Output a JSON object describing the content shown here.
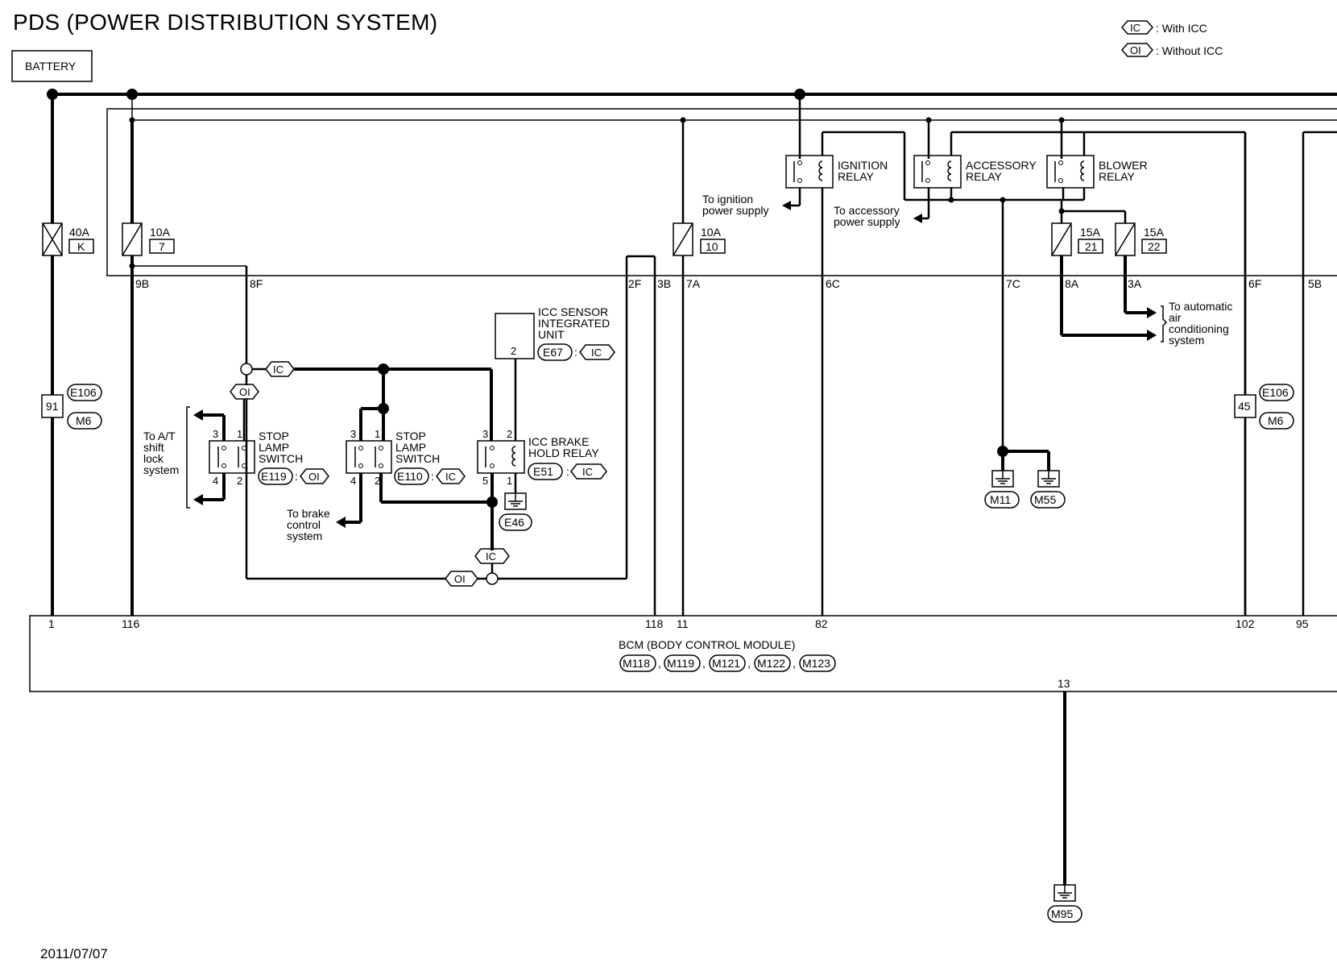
{
  "title": "PDS (POWER DISTRIBUTION SYSTEM)",
  "footer_date": "2011/07/07",
  "legend": [
    {
      "code": "IC",
      "desc": ": With ICC"
    },
    {
      "code": "OI",
      "desc": ": Without ICC"
    }
  ],
  "battery": "BATTERY",
  "fuses": [
    {
      "rating": "40A",
      "id": "K"
    },
    {
      "rating": "10A",
      "id": "7"
    },
    {
      "rating": "10A",
      "id": "10"
    },
    {
      "rating": "15A",
      "id": "21"
    },
    {
      "rating": "15A",
      "id": "22"
    }
  ],
  "relays": {
    "ignition": "IGNITION\nRELAY",
    "accessory": "ACCESSORY\nRELAY",
    "blower": "BLOWER\nRELAY"
  },
  "notes": {
    "ignition_supply": "To ignition\npower supply",
    "accessory_supply": "To accessory\npower supply",
    "auto_ac": "To automatic\nair\nconditioning\nsystem",
    "at_shift": "To A/T\nshift\nlock\nsystem",
    "brake_control": "To brake\ncontrol\nsystem"
  },
  "ipdm_terminals": [
    "9B",
    "8F",
    "2F",
    "3B",
    "7A",
    "6C",
    "7C",
    "8A",
    "3A",
    "6F",
    "5B"
  ],
  "connectors": {
    "e106": "E106",
    "m6": "M6",
    "pin91": "91",
    "pin45": "45"
  },
  "components": {
    "stop_lamp_switch_1": {
      "name": "STOP\nLAMP\nSWITCH",
      "conn": "E119",
      "variant": "OI",
      "pins": [
        "3",
        "1",
        "4",
        "2"
      ]
    },
    "stop_lamp_switch_2": {
      "name": "STOP\nLAMP\nSWITCH",
      "conn": "E110",
      "variant": "IC",
      "pins": [
        "3",
        "1",
        "4",
        "2"
      ]
    },
    "icc_brake_hold_relay": {
      "name": "ICC BRAKE\nHOLD RELAY",
      "conn": "E51",
      "variant": "IC",
      "pins": [
        "3",
        "2",
        "5",
        "1"
      ]
    },
    "icc_sensor": {
      "name": "ICC SENSOR\nINTEGRATED\nUNIT",
      "conn": "E67",
      "variant": "IC",
      "pin": "2"
    }
  },
  "grounds": [
    "E46",
    "M11",
    "M55",
    "M95"
  ],
  "bcm": {
    "name": "BCM (BODY CONTROL MODULE)",
    "connectors": [
      "M118",
      "M119",
      "M121",
      "M122",
      "M123"
    ],
    "pins": [
      "1",
      "116",
      "118",
      "11",
      "82",
      "102",
      "95",
      "13"
    ]
  }
}
